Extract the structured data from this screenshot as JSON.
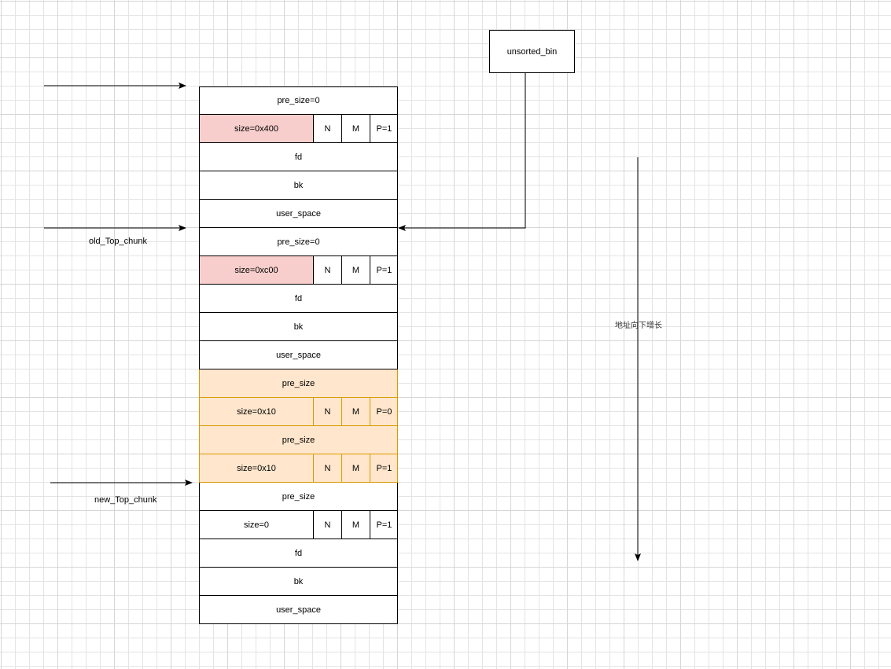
{
  "chunks": {
    "rows": [
      {
        "kind": "full",
        "text": "pre_size=0",
        "style": "plain"
      },
      {
        "kind": "size",
        "size": "size=0x400",
        "n": "N",
        "m": "M",
        "p": "P=1",
        "style": "pink"
      },
      {
        "kind": "full",
        "text": "fd",
        "style": "plain"
      },
      {
        "kind": "full",
        "text": "bk",
        "style": "plain"
      },
      {
        "kind": "full",
        "text": "user_space",
        "style": "plain"
      },
      {
        "kind": "full",
        "text": "pre_size=0",
        "style": "plain"
      },
      {
        "kind": "size",
        "size": "size=0xc00",
        "n": "N",
        "m": "M",
        "p": "P=1",
        "style": "pink"
      },
      {
        "kind": "full",
        "text": "fd",
        "style": "plain"
      },
      {
        "kind": "full",
        "text": "bk",
        "style": "plain"
      },
      {
        "kind": "full",
        "text": "user_space",
        "style": "plain"
      },
      {
        "kind": "full",
        "text": "pre_size",
        "style": "orange"
      },
      {
        "kind": "size",
        "size": "size=0x10",
        "n": "N",
        "m": "M",
        "p": "P=0",
        "style": "orange"
      },
      {
        "kind": "full",
        "text": "pre_size",
        "style": "orange"
      },
      {
        "kind": "size",
        "size": "size=0x10",
        "n": "N",
        "m": "M",
        "p": "P=1",
        "style": "orange"
      },
      {
        "kind": "full",
        "text": "pre_size",
        "style": "plain"
      },
      {
        "kind": "size",
        "size": "size=0",
        "n": "N",
        "m": "M",
        "p": "P=1",
        "style": "plain"
      },
      {
        "kind": "full",
        "text": "fd",
        "style": "plain"
      },
      {
        "kind": "full",
        "text": "bk",
        "style": "plain"
      },
      {
        "kind": "full",
        "text": "user_space",
        "style": "plain"
      }
    ]
  },
  "unsorted_bin": "unsorted_bin",
  "labels": {
    "old_top_chunk": "old_Top_chunk",
    "new_top_chunk": "new_Top_chunk",
    "address_growth": "地址向下增长"
  },
  "colors": {
    "pink_fill": "#f8cecc",
    "orange_fill": "#ffe6cc",
    "orange_stroke": "#d79b00",
    "line": "#000000"
  }
}
